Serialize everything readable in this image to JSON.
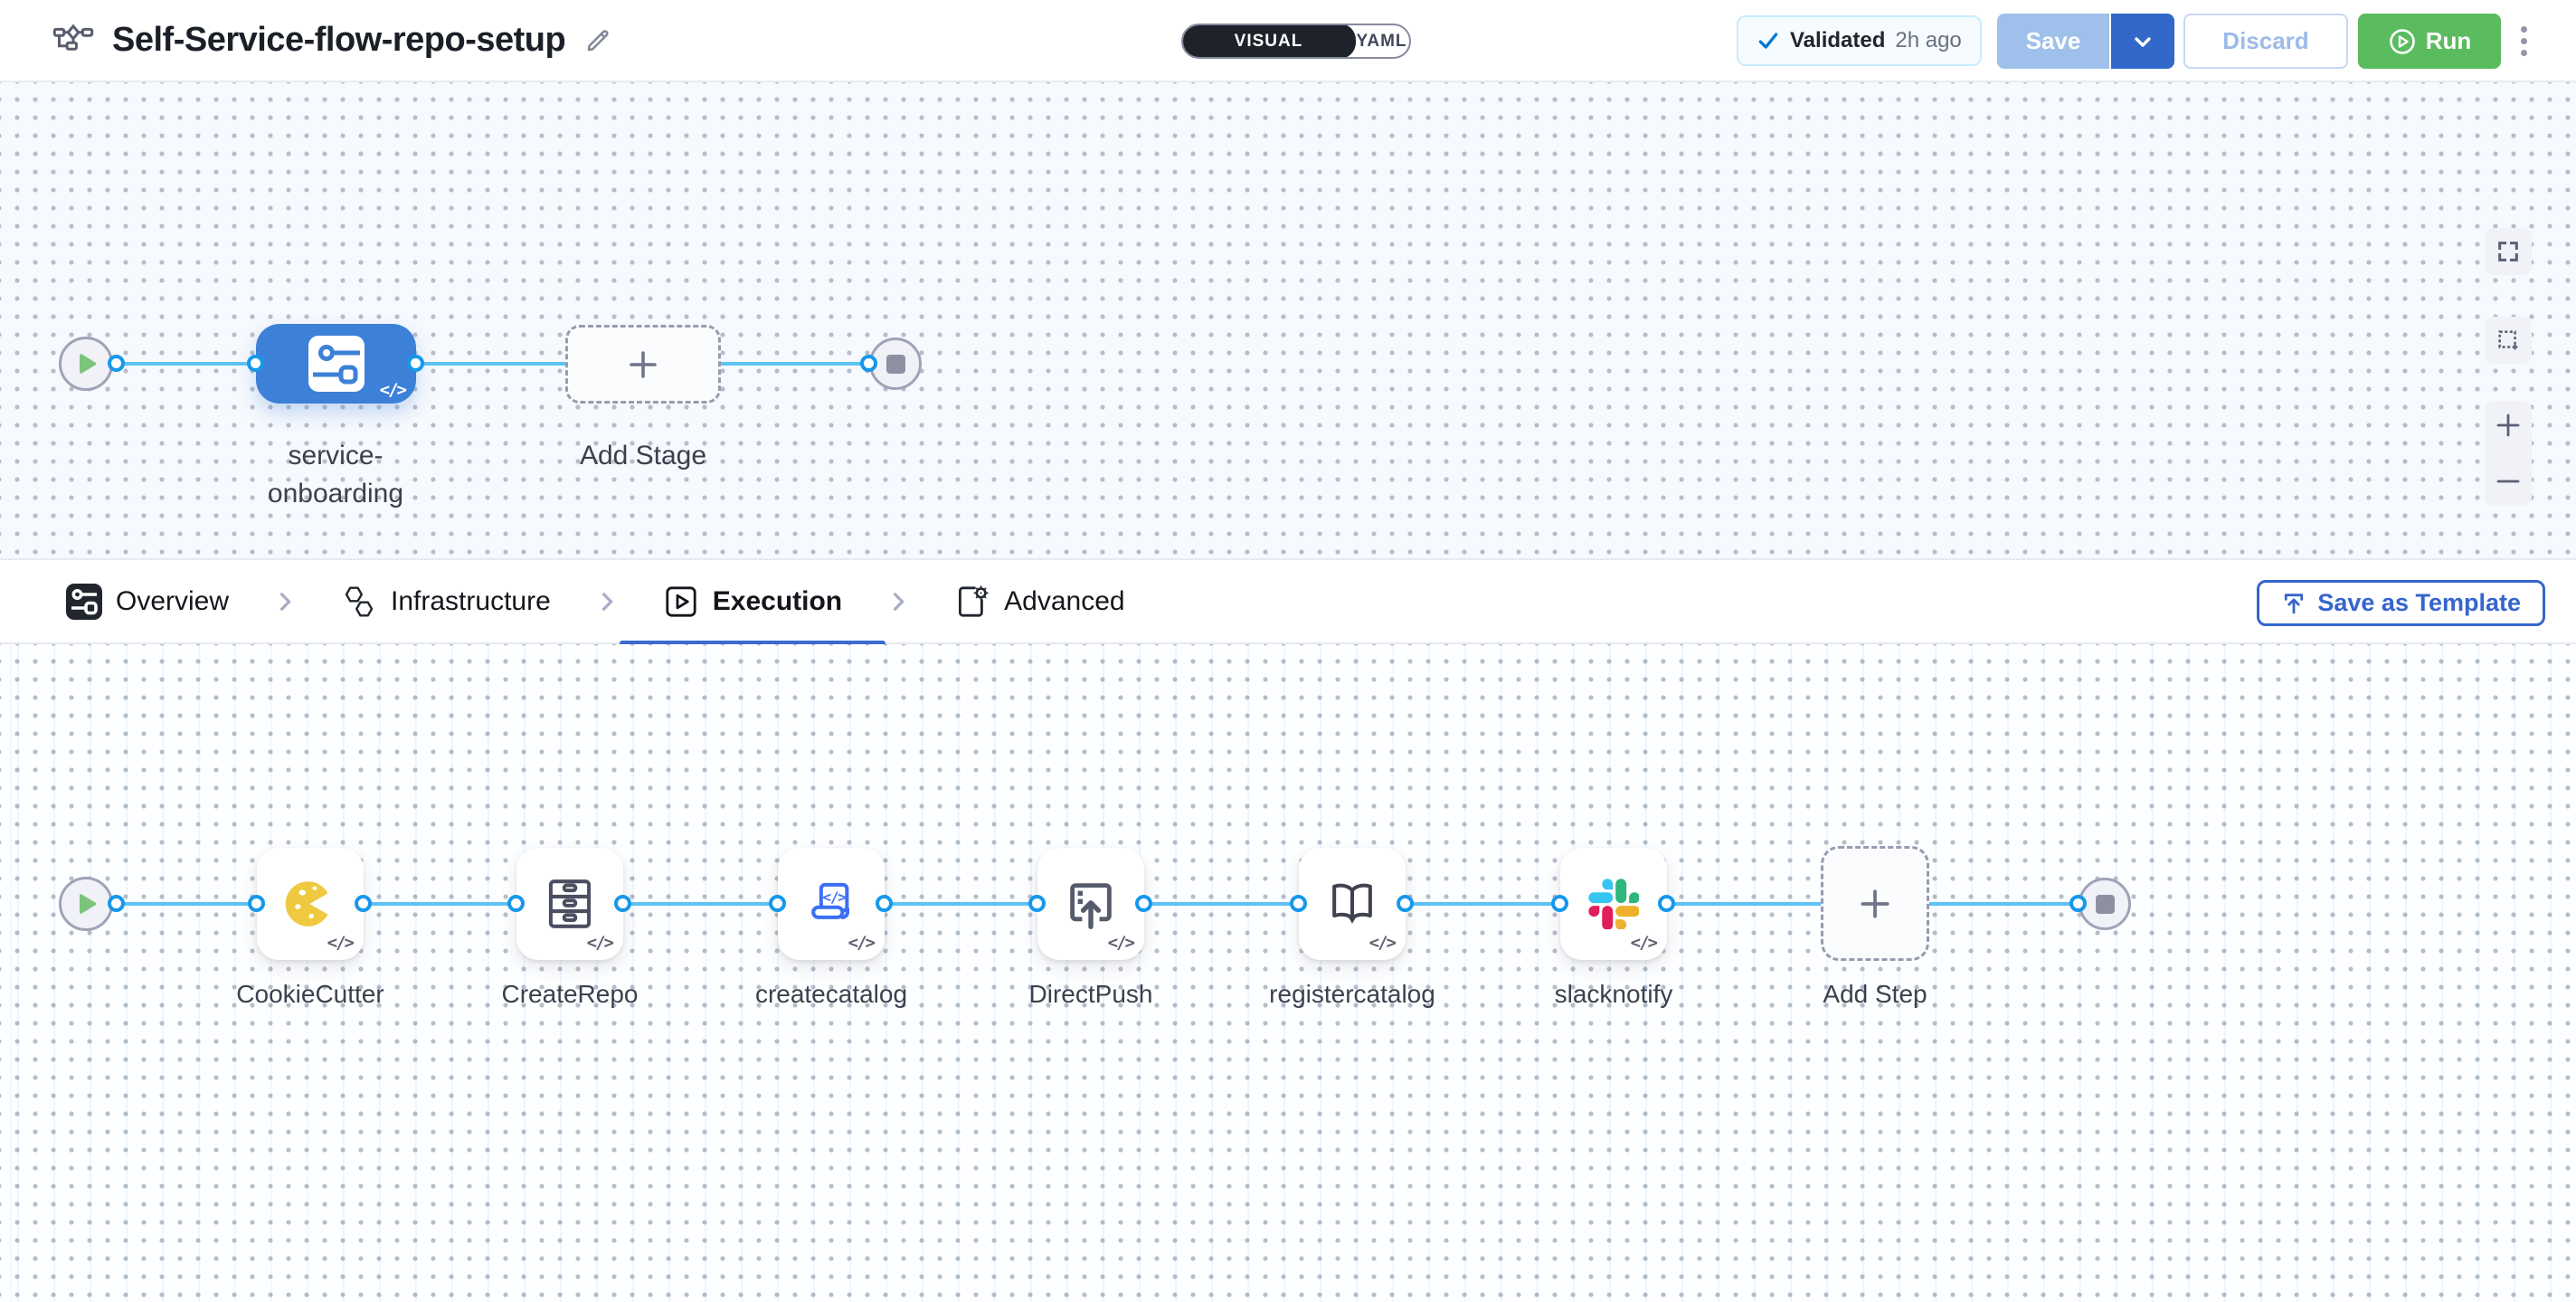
{
  "header": {
    "title": "Self-Service-flow-repo-setup",
    "mode_toggle": {
      "visual": "VISUAL",
      "yaml": "YAML"
    },
    "validated_badge": {
      "label": "Validated",
      "time": "2h ago"
    },
    "save_label": "Save",
    "discard_label": "Discard",
    "run_label": "Run"
  },
  "stage_canvas": {
    "stage_label_line1": "service-",
    "stage_label_line2": "onboarding",
    "add_stage_label": "Add Stage",
    "code_badge": "</>"
  },
  "tab_bar": {
    "tabs": [
      {
        "label": "Overview"
      },
      {
        "label": "Infrastructure"
      },
      {
        "label": "Execution"
      },
      {
        "label": "Advanced"
      }
    ],
    "save_as_template_label": "Save as Template"
  },
  "execution_canvas": {
    "steps": [
      {
        "label": "CookieCutter"
      },
      {
        "label": "CreateRepo"
      },
      {
        "label": "createcatalog"
      },
      {
        "label": "DirectPush"
      },
      {
        "label": "registercatalog"
      },
      {
        "label": "slacknotify"
      }
    ],
    "add_step_label": "Add Step",
    "code_badge": "</>"
  },
  "colors": {
    "accent_blue": "#3c80d8",
    "connector_blue": "#5ec2f3",
    "dot_ring_blue": "#1798ea",
    "run_green": "#5abc5e",
    "active_tab_blue": "#3b6ad0",
    "template_button_blue": "#3565cd",
    "validated_check_blue": "#0278d5",
    "cookie_yellow": "#EFC93F",
    "slack_blue": "#36C5F0",
    "slack_green": "#2EB67D",
    "slack_red": "#E01E5A",
    "slack_yellow": "#ECB22E"
  }
}
